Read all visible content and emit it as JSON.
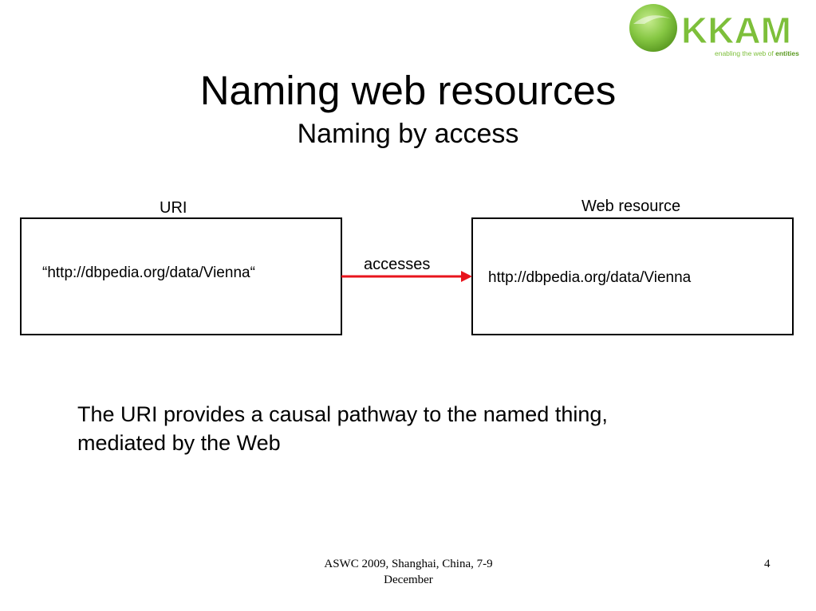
{
  "logo": {
    "wordmark": "KKAM",
    "tagline_prefix": "enabling the web of ",
    "tagline_emphasis": "entities",
    "brand_green": "#7dbf3a",
    "brand_green_light": "#b5e07a"
  },
  "slide": {
    "title": "Naming web resources",
    "subtitle": "Naming by access"
  },
  "diagram": {
    "left_label": "URI",
    "right_label": "Web resource",
    "left_box_text": "“http://dbpedia.org/data/Vienna“",
    "right_box_text": "http://dbpedia.org/data/Vienna",
    "arrow_label": "accesses",
    "arrow_color": "#e8141c"
  },
  "body": {
    "line1": "The URI provides a causal pathway to the named thing,",
    "line2": "mediated by the Web"
  },
  "footer": {
    "line1": "ASWC 2009, Shanghai, China, 7-9",
    "line2": "December",
    "page_number": "4"
  }
}
